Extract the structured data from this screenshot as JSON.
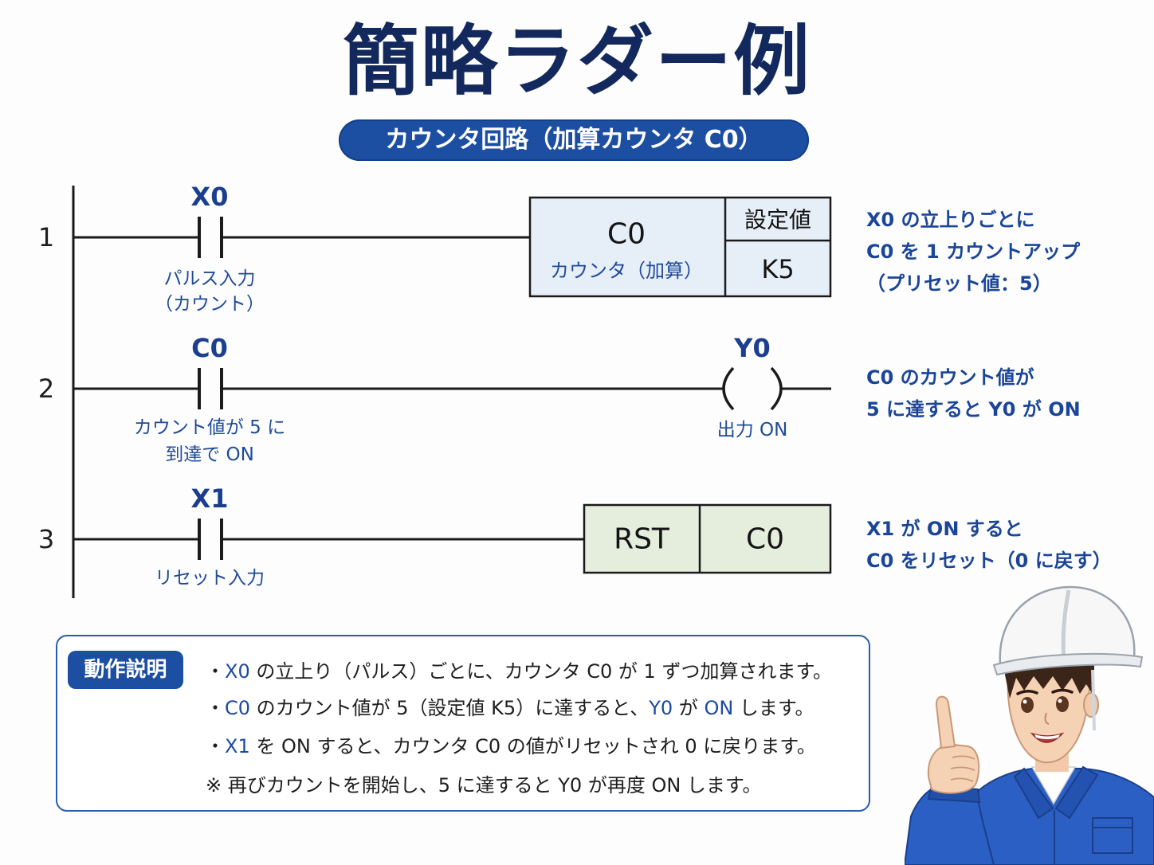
{
  "title": "簡略ラダー例",
  "subtitle": "カウンタ回路（加算カウンタ C0）",
  "rungs": [
    {
      "number": "1",
      "contact": "X0",
      "caption": [
        "パルス入力",
        "（カウント）"
      ],
      "counter": {
        "name": "C0",
        "kind": "カウンタ（加算）",
        "setting_label": "設定値",
        "setting_value": "K5"
      },
      "note": [
        "X0 の立上りごとに",
        "C0 を 1 カウントアップ",
        "（プリセット値：5）"
      ]
    },
    {
      "number": "2",
      "contact": "C0",
      "caption": [
        "カウント値が 5 に",
        "到達で ON"
      ],
      "coil": {
        "name": "Y0",
        "caption": "出力 ON"
      },
      "note": [
        "C0 のカウント値が",
        "5 に達すると Y0 が ON"
      ]
    },
    {
      "number": "3",
      "contact": "X1",
      "caption": [
        "リセット入力"
      ],
      "reset": {
        "instruction": "RST",
        "target": "C0"
      },
      "note": [
        "X1 が ON すると",
        "C0 をリセット（0 に戻す）"
      ]
    }
  ],
  "explanation": {
    "badge": "動作説明",
    "lines": [
      {
        "segments": [
          {
            "text": "・"
          },
          {
            "text": "X0",
            "emphasis": true
          },
          {
            "text": " の立上り（パルス）ごとに、カウンタ C0 が 1 ずつ加算されます。"
          }
        ]
      },
      {
        "segments": [
          {
            "text": "・"
          },
          {
            "text": "C0",
            "emphasis": true
          },
          {
            "text": " のカウント値が 5（設定値 K5）に達すると、"
          },
          {
            "text": "Y0",
            "emphasis": true
          },
          {
            "text": " が "
          },
          {
            "text": "ON",
            "emphasis": true
          },
          {
            "text": " します。"
          }
        ]
      },
      {
        "segments": [
          {
            "text": "・"
          },
          {
            "text": "X1",
            "emphasis": true
          },
          {
            "text": " を ON すると、カウンタ C0 の値がリセットされ 0 に戻ります。"
          }
        ]
      },
      {
        "segments": [
          {
            "text": "※ 再びカウントを開始し、5 に達すると Y0 が再度 ON します。"
          }
        ]
      }
    ]
  },
  "illustration": "engineer-pointing-up-icon",
  "colors": {
    "title": "#13295e",
    "accent": "#1c4ea2",
    "label": "#1d4597",
    "counter_fill": "#e6eef8",
    "reset_fill": "#e5eddc",
    "wire": "#1a1a1a",
    "helmet": "#f7f7f7",
    "jacket": "#2b5fc4"
  }
}
